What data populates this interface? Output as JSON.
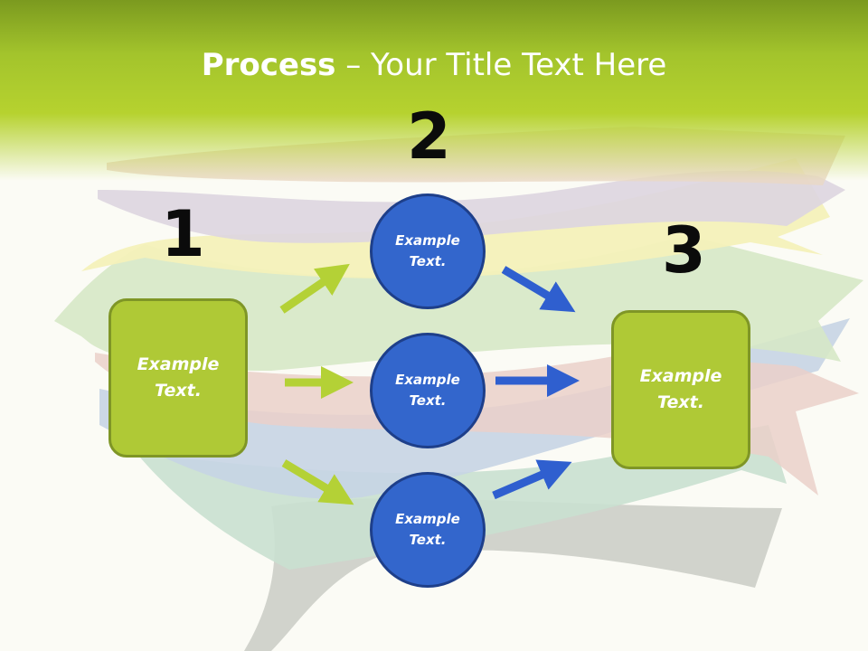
{
  "slide": {
    "title_bold": "Process",
    "title_rest": " – Your Title Text Here"
  },
  "steps": {
    "step1_number": "1",
    "step2_number": "2",
    "step3_number": "3"
  },
  "nodes": {
    "start_box": "Example\nText.",
    "circle_top": "Example\nText.",
    "circle_middle": "Example\nText.",
    "circle_bottom": "Example\nText.",
    "end_box": "Example\nText."
  },
  "colors": {
    "header_green": "#a3c42c",
    "box_green": "#afc936",
    "circle_blue": "#3366cc",
    "arrow_green": "#b4d136",
    "arrow_blue": "#2f5fcf"
  }
}
